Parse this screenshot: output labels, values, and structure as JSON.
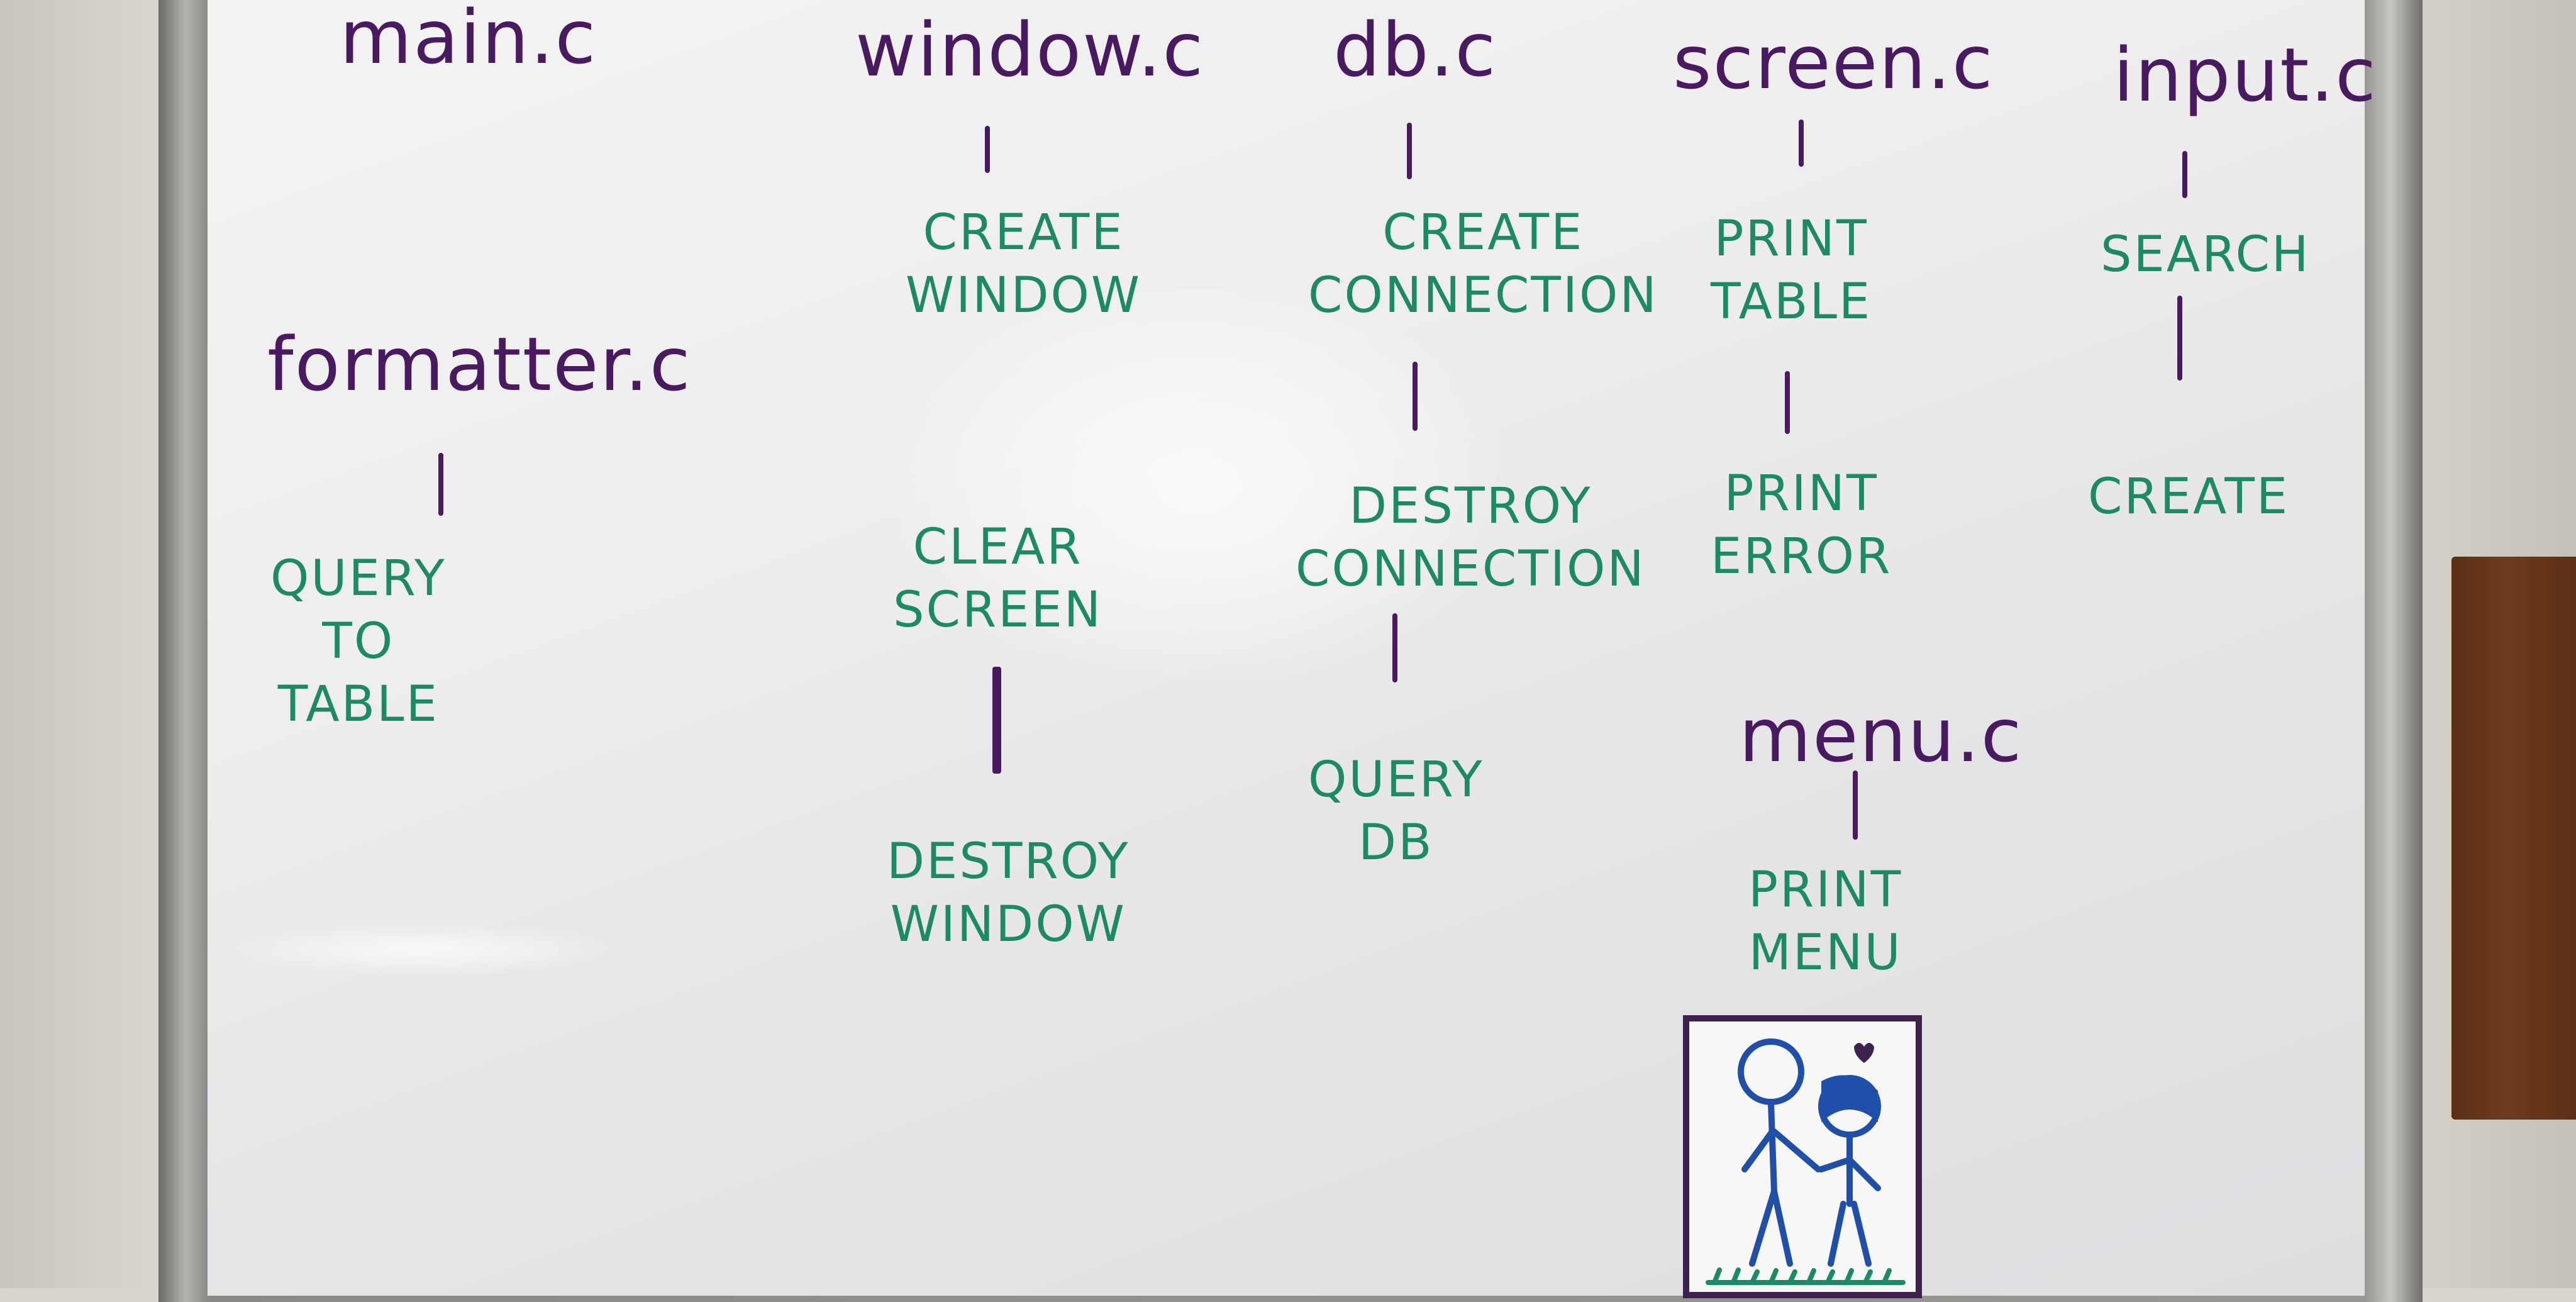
{
  "files": {
    "main": "main.c",
    "window": "window.c",
    "db": "db.c",
    "screen": "screen.c",
    "input": "input.c",
    "formatter": "formatter.c",
    "menu": "menu.c"
  },
  "functions": {
    "create_window": "CREATE\nWINDOW",
    "clear_screen": "CLEAR\nSCREEN",
    "destroy_window": "DESTROY\nWINDOW",
    "create_connection": "CREATE\nCONNECTION",
    "destroy_connection": "DESTROY\nCONNECTION",
    "query_db": "QUERY\nDB",
    "print_table": "PRINT\nTABLE",
    "print_error": "PRINT\nERROR",
    "search": "SEARCH",
    "create": "CREATE",
    "query_to_table": "QUERY\nTO\nTABLE",
    "print_menu": "PRINT\nMENU"
  },
  "colors": {
    "file_ink": "#4a1a60",
    "function_ink": "#1d8a66",
    "sticker_ink": "#1f4fa8"
  }
}
